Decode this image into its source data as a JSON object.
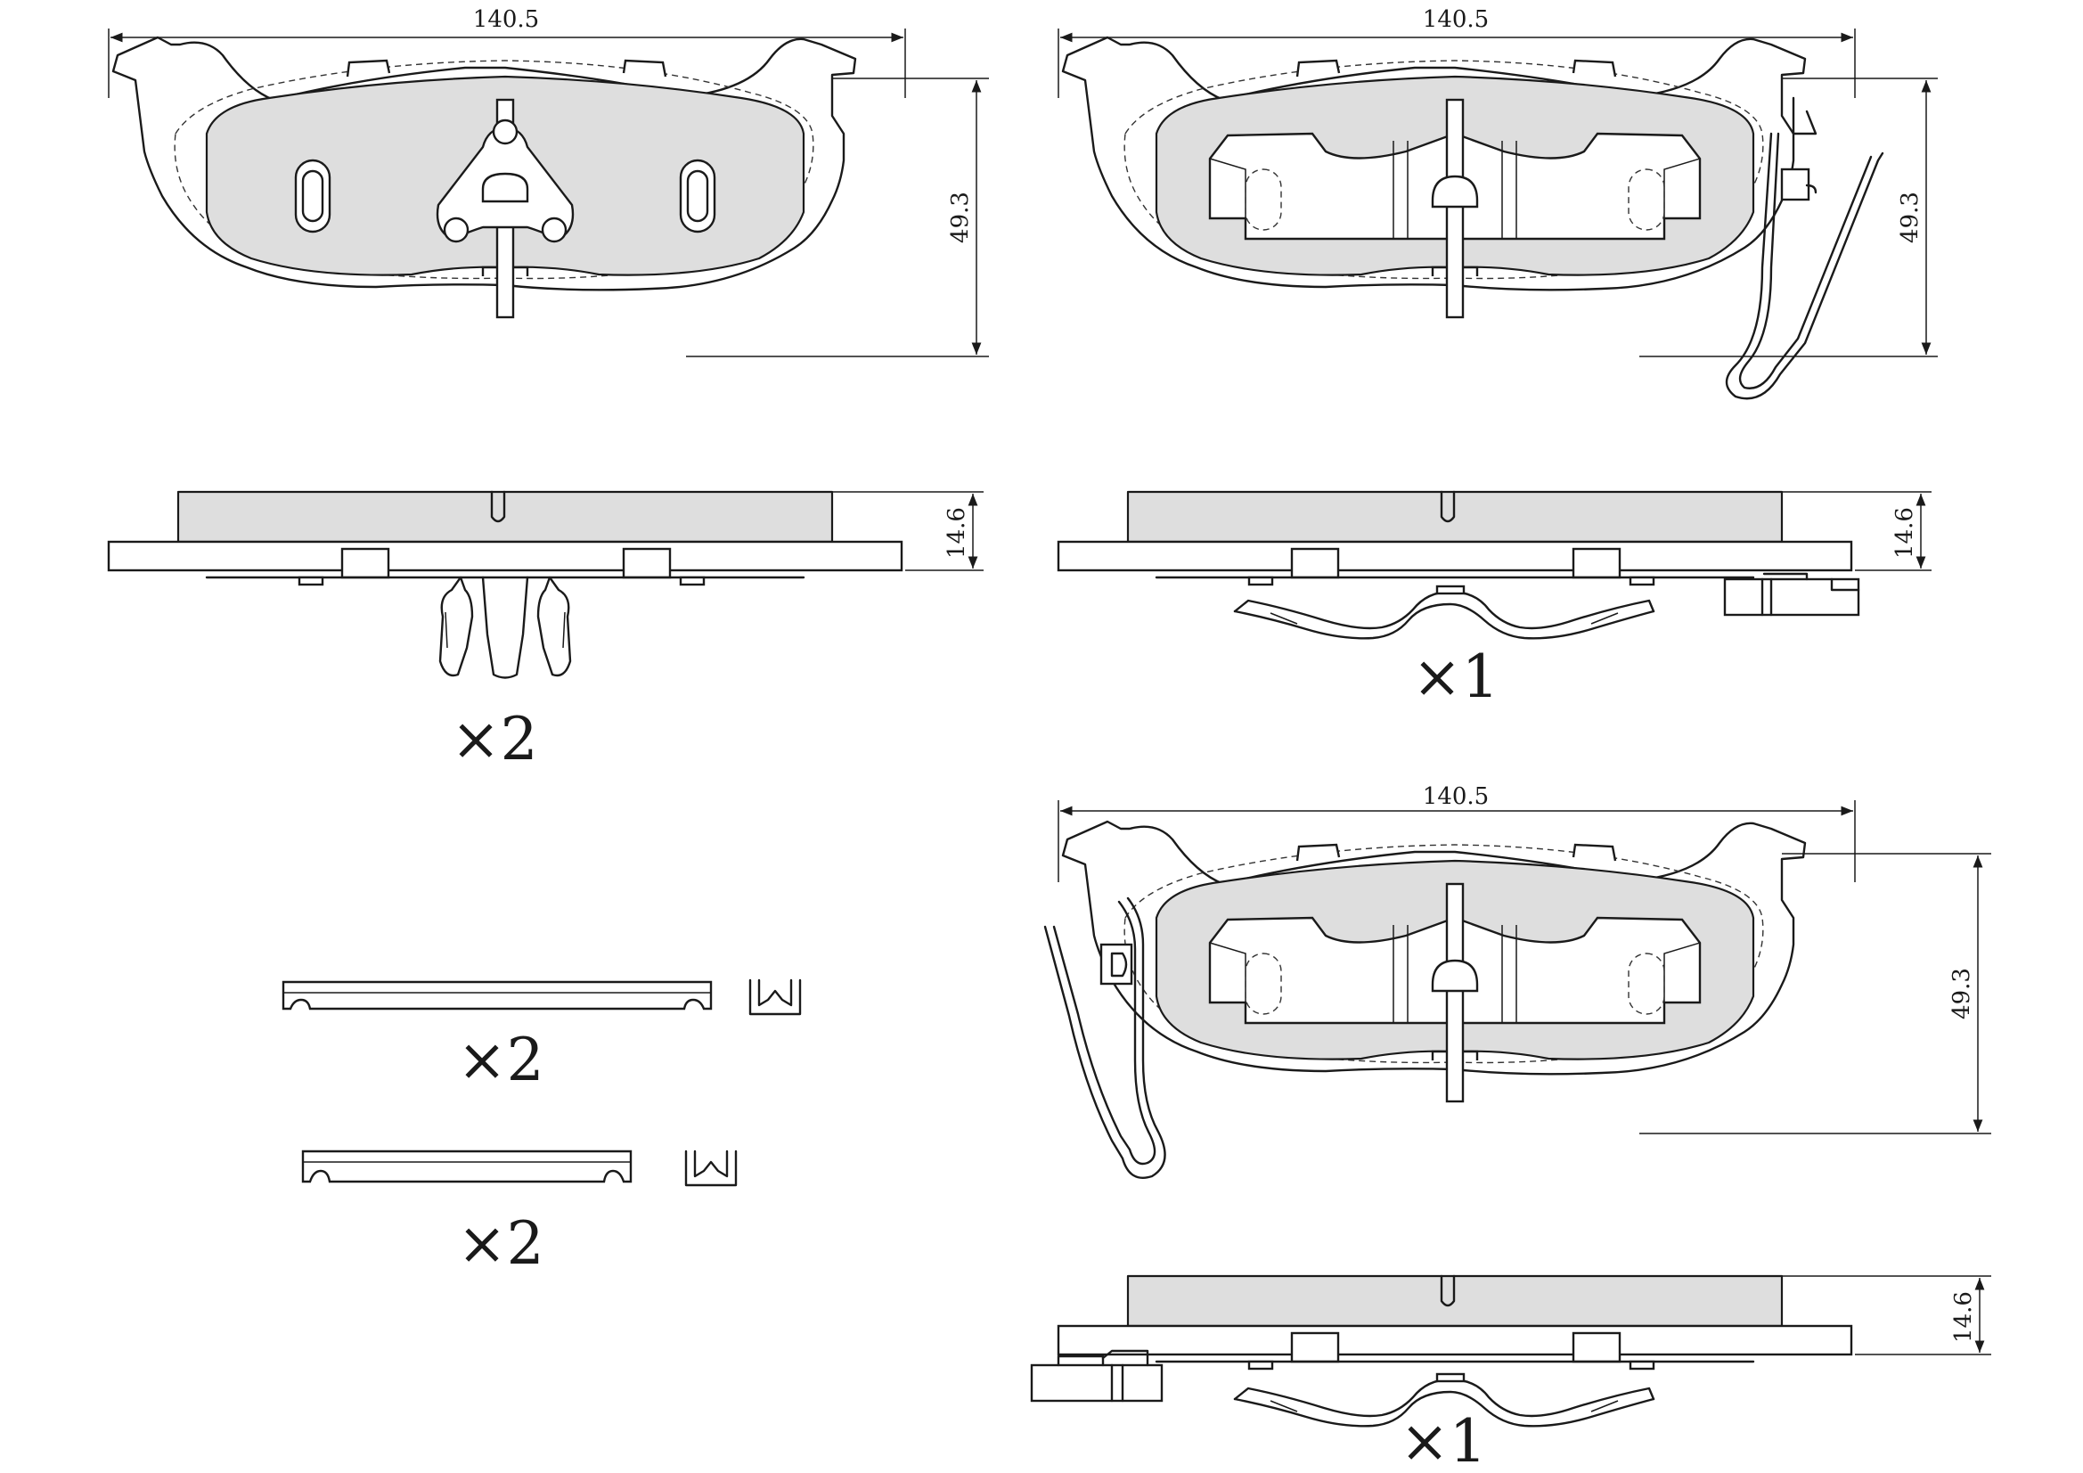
{
  "dimensions": {
    "width_top_left": "140.5",
    "width_top_right": "140.5",
    "width_mid_right": "140.5",
    "height_top_left": "49.3",
    "height_top_right": "49.3",
    "height_mid_right": "49.3",
    "thickness_left": "14.6",
    "thickness_right": "14.6",
    "thickness_bottom_right": "14.6"
  },
  "quantities": {
    "pad_with_clip": "×2",
    "pad_with_sensor_top": "×1",
    "pad_with_sensor_bottom": "×1",
    "guide_rail_long": "×2",
    "guide_rail_short": "×2"
  }
}
